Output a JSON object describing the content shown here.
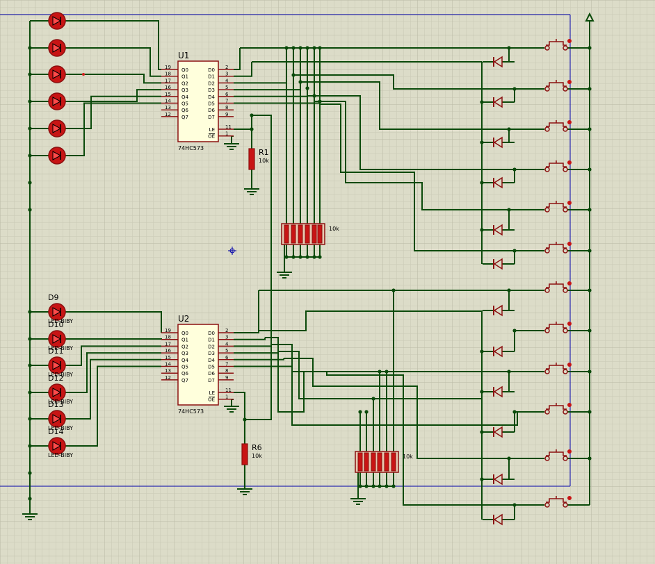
{
  "chips": [
    {
      "ref": "U1",
      "part": "74HC573",
      "left_pins": [
        [
          "19",
          "Q0"
        ],
        [
          "18",
          "Q1"
        ],
        [
          "17",
          "Q2"
        ],
        [
          "16",
          "Q3"
        ],
        [
          "15",
          "Q4"
        ],
        [
          "14",
          "Q5"
        ],
        [
          "13",
          "Q6"
        ],
        [
          "12",
          "Q7"
        ]
      ],
      "right_pins": [
        [
          "2",
          "D0"
        ],
        [
          "3",
          "D1"
        ],
        [
          "4",
          "D2"
        ],
        [
          "5",
          "D3"
        ],
        [
          "6",
          "D4"
        ],
        [
          "7",
          "D5"
        ],
        [
          "8",
          "D6"
        ],
        [
          "9",
          "D7"
        ]
      ],
      "ctrl_pins": [
        [
          "11",
          "LE"
        ],
        [
          "1",
          "OE"
        ]
      ]
    },
    {
      "ref": "U2",
      "part": "74HC573",
      "left_pins": [
        [
          "19",
          "Q0"
        ],
        [
          "18",
          "Q1"
        ],
        [
          "17",
          "Q2"
        ],
        [
          "16",
          "Q3"
        ],
        [
          "15",
          "Q4"
        ],
        [
          "14",
          "Q5"
        ],
        [
          "13",
          "Q6"
        ],
        [
          "12",
          "Q7"
        ]
      ],
      "right_pins": [
        [
          "2",
          "D0"
        ],
        [
          "3",
          "D1"
        ],
        [
          "4",
          "D2"
        ],
        [
          "5",
          "D3"
        ],
        [
          "6",
          "D4"
        ],
        [
          "7",
          "D5"
        ],
        [
          "8",
          "D6"
        ],
        [
          "9",
          "D7"
        ]
      ],
      "ctrl_pins": [
        [
          "11",
          "LE"
        ],
        [
          "1",
          "OE"
        ]
      ]
    }
  ],
  "resistors": [
    {
      "ref": "R1",
      "value": "10k"
    },
    {
      "ref": "R6",
      "value": "10k"
    }
  ],
  "resistor_packs": [
    {
      "value": "10k"
    },
    {
      "value": "10k"
    }
  ],
  "leds_top": [
    {
      "ref": ""
    },
    {
      "ref": ""
    },
    {
      "ref": ""
    },
    {
      "ref": ""
    },
    {
      "ref": ""
    },
    {
      "ref": ""
    }
  ],
  "leds_bottom": [
    {
      "ref": "D9",
      "part": "LED-BIBY"
    },
    {
      "ref": "D10",
      "part": "LED-BIBY"
    },
    {
      "ref": "D11",
      "part": "LED-BIBY"
    },
    {
      "ref": "D12",
      "part": "LED-BIBY"
    },
    {
      "ref": "D13",
      "part": "LED-BIBY"
    },
    {
      "ref": "D14",
      "part": "LED-BIBY"
    }
  ],
  "buttons_count": 12,
  "diodes_count": 12,
  "colors": {
    "background": "#dcdcc8",
    "grid": "#c8c8b4",
    "wire": "#0a4a0a",
    "component": "#8b1010",
    "chip_fill": "#ffffdc",
    "led_fill": "#c81414",
    "sheet_border": "#0000aa",
    "text": "#000000"
  }
}
